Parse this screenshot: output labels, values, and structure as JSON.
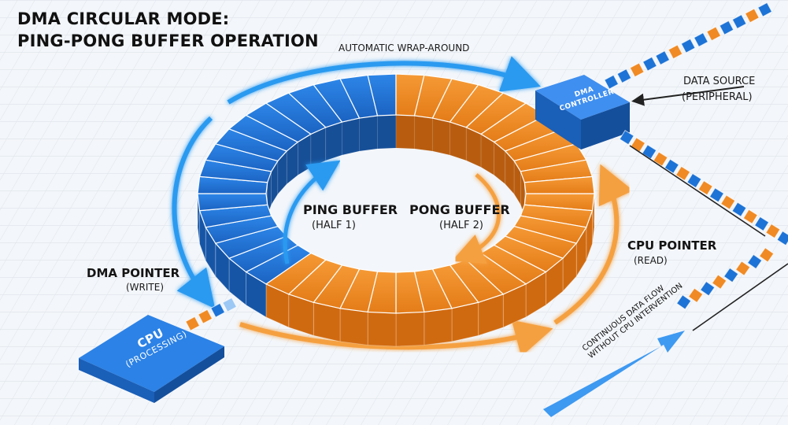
{
  "title": {
    "line1": "DMA CIRCULAR MODE:",
    "line2": "PING-PONG BUFFER OPERATION"
  },
  "labels": {
    "wrap_around": "AUTOMATIC WRAP-AROUND",
    "ping_buffer": "PING BUFFER",
    "ping_half": "(HALF 1)",
    "pong_buffer": "PONG BUFFER",
    "pong_half": "(HALF 2)",
    "dma_pointer": "DMA POINTER",
    "dma_pointer_sub": "(WRITE)",
    "cpu_pointer": "CPU POINTER",
    "cpu_pointer_sub": "(READ)",
    "data_source": "DATA SOURCE",
    "data_source_sub": "(PERIPHERAL)",
    "continuous_1": "CONTINUOUS DATA FLOW",
    "continuous_2": "WITHOUT CPU INTERVENTION"
  },
  "boxes": {
    "dma_line1": "DMA",
    "dma_line2": "CONTROLLER",
    "cpu_line1": "CPU",
    "cpu_line2": "(PROCESSING)"
  },
  "colors": {
    "ping_blue": "#1d73d6",
    "pong_orange": "#f08a24",
    "arrow_blue": "#2a9af0",
    "arrow_orange": "#f5a040",
    "box_blue": "#1f6fd0"
  }
}
